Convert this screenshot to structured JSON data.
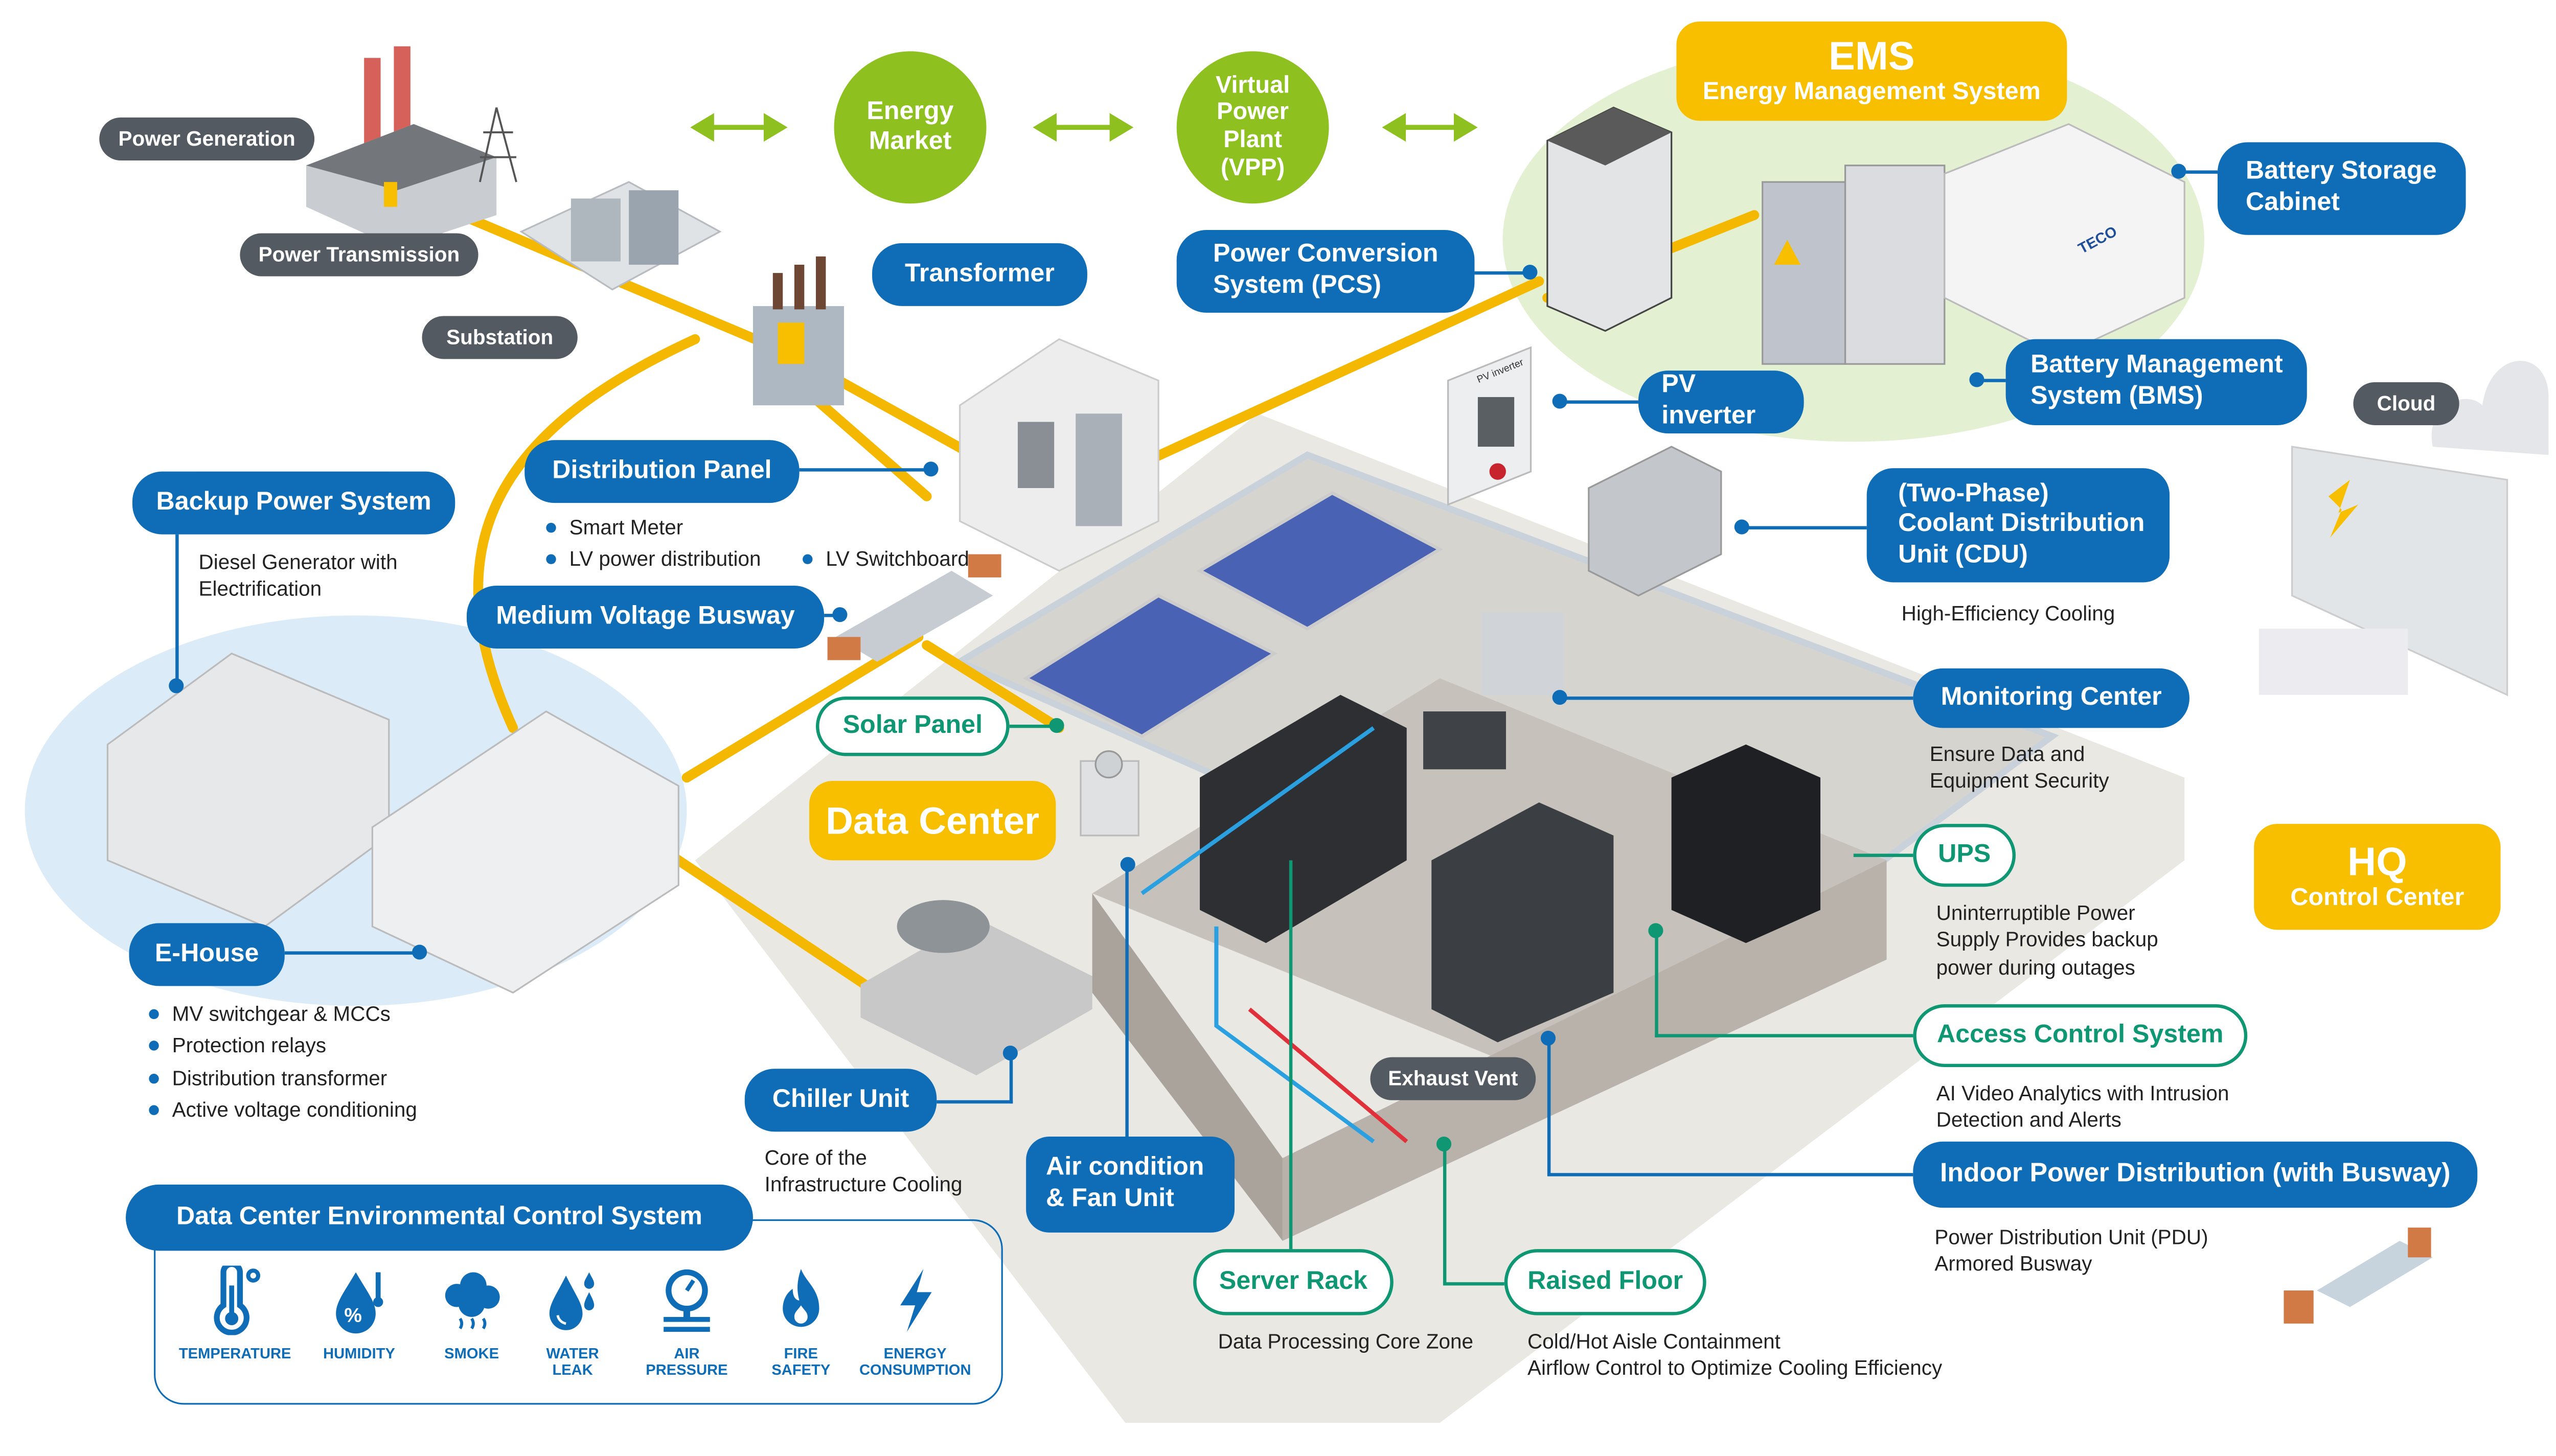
{
  "grid": {
    "power_generation": "Power Generation",
    "power_transmission": "Power Transmission",
    "substation": "Substation",
    "transformer": "Transformer"
  },
  "market": {
    "energy_market": "Energy Market",
    "vpp_line1": "Virtual",
    "vpp_line2": "Power",
    "vpp_line3": "Plant",
    "vpp_line4": "(VPP)"
  },
  "ems": {
    "title": "EMS",
    "subtitle": "Energy Management System",
    "pcs_line1": "Power Conversion",
    "pcs_line2": "System (PCS)",
    "battery_storage_line1": "Battery Storage",
    "battery_storage_line2": "Cabinet",
    "bms_line1": "Battery Management",
    "bms_line2": "System (BMS)",
    "pv_inverter": "PV inverter",
    "device_label_pv": "PV inverter",
    "brand": "TECO"
  },
  "distribution": {
    "title": "Distribution Panel",
    "bullets": [
      "Smart Meter",
      "LV power distribution",
      "LV Switchboard"
    ],
    "mv_busway": "Medium Voltage Busway"
  },
  "backup": {
    "title": "Backup Power System",
    "desc_line1": "Diesel Generator with",
    "desc_line2": "Electrification"
  },
  "ehouse": {
    "title": "E-House",
    "bullets": [
      "MV switchgear & MCCs",
      "Protection relays",
      "Distribution transformer",
      "Active voltage conditioning"
    ]
  },
  "datacenter": {
    "title": "Data Center",
    "solar_panel": "Solar Panel",
    "chiller_title": "Chiller Unit",
    "chiller_desc_line1": "Core of the",
    "chiller_desc_line2": "Infrastructure Cooling",
    "aircon_line1": "Air condition",
    "aircon_line2": "& Fan Unit",
    "exhaust_vent": "Exhaust Vent",
    "server_rack": "Server Rack",
    "server_rack_desc": "Data Processing Core Zone",
    "raised_floor": "Raised Floor",
    "raised_floor_desc_line1": "Cold/Hot Aisle Containment",
    "raised_floor_desc_line2": "Airflow Control to Optimize Cooling Efficiency"
  },
  "right_labels": {
    "cdu_line1": "(Two-Phase)",
    "cdu_line2": "Coolant Distribution",
    "cdu_line3": "Unit (CDU)",
    "cdu_desc": "High-Efficiency Cooling",
    "monitoring": "Monitoring Center",
    "monitoring_desc_line1": "Ensure Data and",
    "monitoring_desc_line2": "Equipment Security",
    "ups": "UPS",
    "ups_desc_line1": "Uninterruptible Power",
    "ups_desc_line2": "Supply Provides backup",
    "ups_desc_line3": "power during outages",
    "access_control": "Access Control System",
    "access_desc_line1": "AI Video Analytics with Intrusion",
    "access_desc_line2": "Detection and Alerts",
    "indoor_power": "Indoor Power Distribution (with Busway)",
    "indoor_desc_line1": "Power Distribution Unit (PDU)",
    "indoor_desc_line2": "Armored Busway"
  },
  "hq": {
    "cloud": "Cloud",
    "title": "HQ",
    "subtitle": "Control Center"
  },
  "env_control": {
    "title": "Data Center Environmental Control System",
    "items": [
      {
        "icon": "thermometer-icon",
        "line1": "TEMPERATURE",
        "line2": ""
      },
      {
        "icon": "humidity-icon",
        "line1": "HUMIDITY",
        "line2": ""
      },
      {
        "icon": "smoke-icon",
        "line1": "SMOKE",
        "line2": ""
      },
      {
        "icon": "water-leak-icon",
        "line1": "WATER",
        "line2": "LEAK"
      },
      {
        "icon": "air-pressure-icon",
        "line1": "AIR",
        "line2": "PRESSURE"
      },
      {
        "icon": "fire-icon",
        "line1": "FIRE",
        "line2": "SAFETY"
      },
      {
        "icon": "lightning-icon",
        "line1": "ENERGY",
        "line2": "CONSUMPTION"
      }
    ]
  },
  "colors": {
    "label_blue": "#0f6db7",
    "label_green": "#0e9772",
    "accent_yellow": "#f7bf00",
    "market_green": "#8ec11f",
    "label_gray": "#545a61",
    "power_line": "#f5b800"
  }
}
